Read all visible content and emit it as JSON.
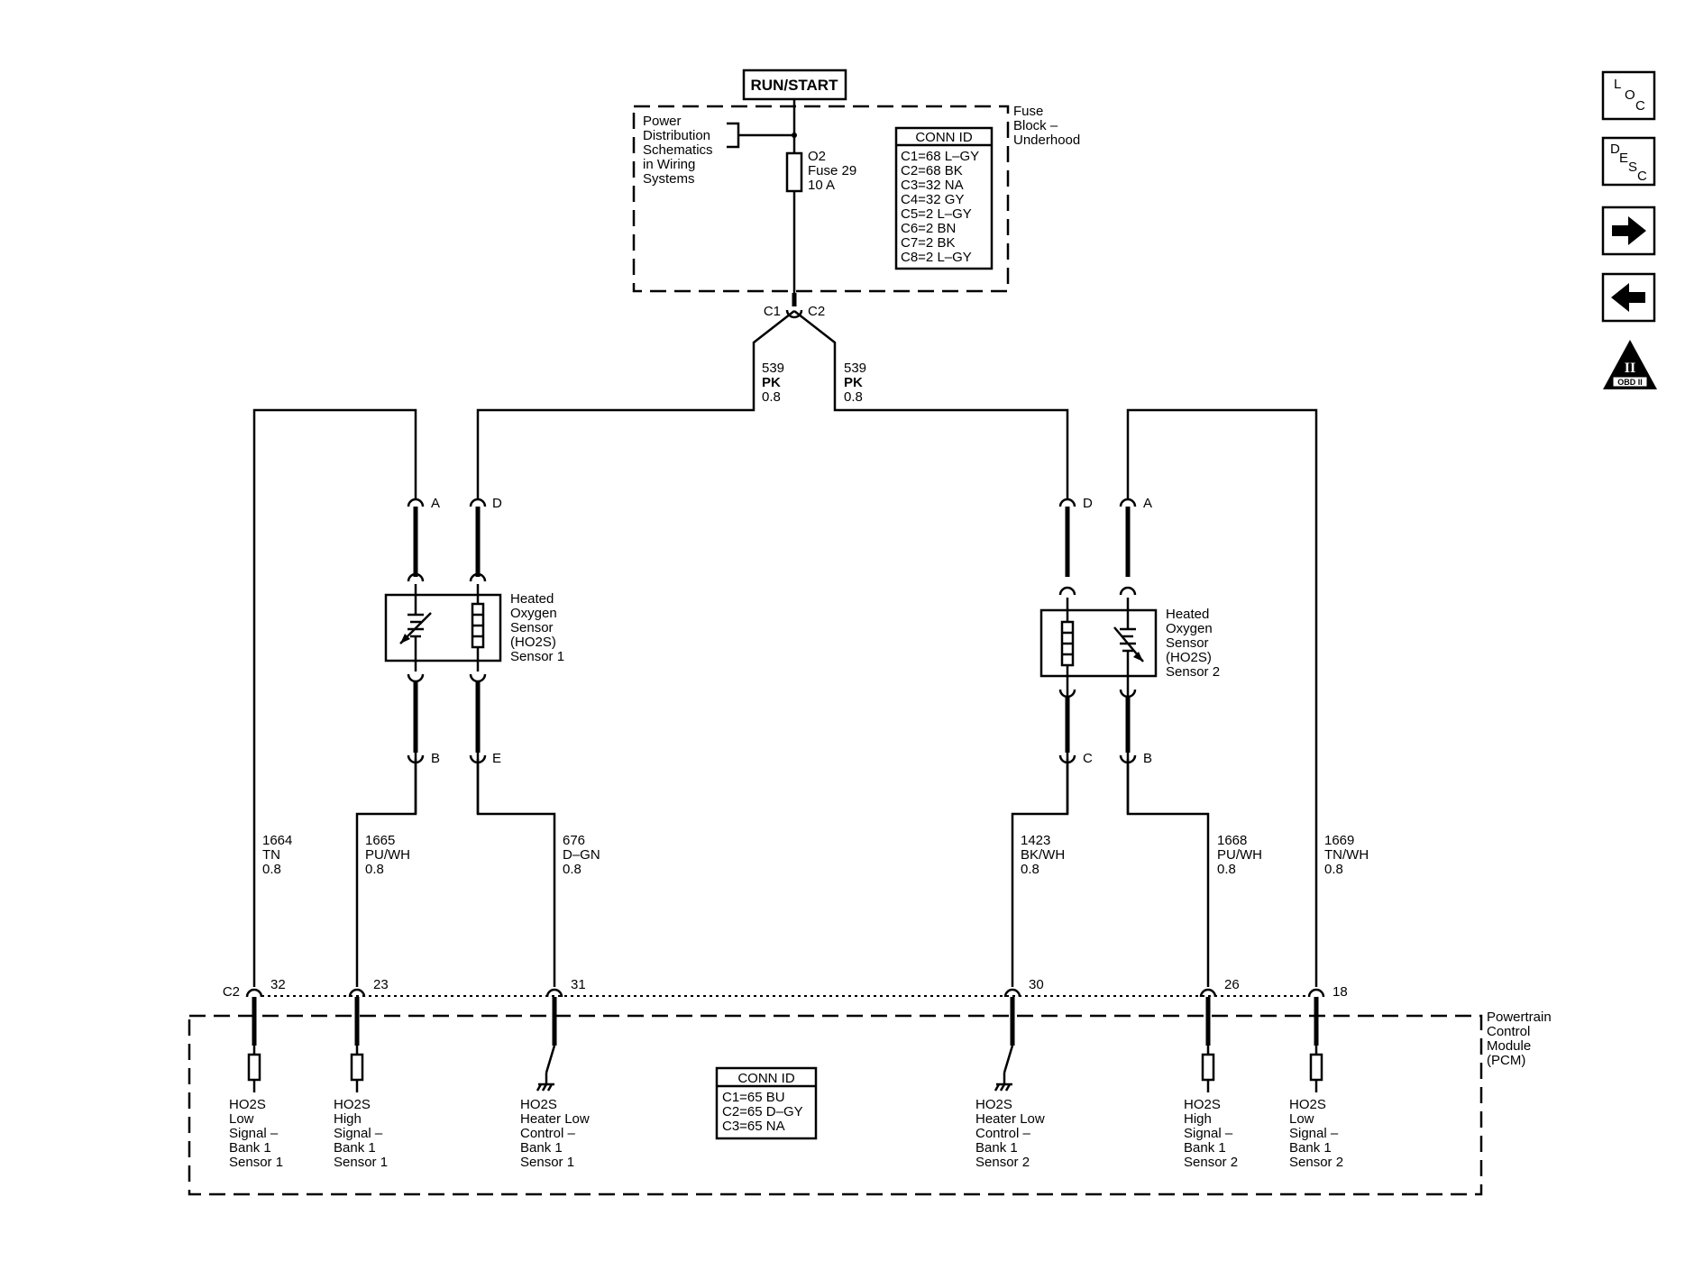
{
  "power_source": "RUN/START",
  "fuse_block": {
    "label_lines": [
      "Fuse",
      "Block –",
      "Underhood"
    ],
    "pd_ref_lines": [
      "Power",
      "Distribution",
      "Schematics",
      "in Wiring",
      "Systems"
    ],
    "fuse_lines": [
      "O2",
      "Fuse 29",
      "10 A"
    ],
    "conn_title": "CONN ID",
    "conn_lines": [
      "C1=68 L–GY",
      "C2=68 BK",
      "C3=32 NA",
      "C4=32 GY",
      "C5=2 L–GY",
      "C6=2 BN",
      "C7=2 BK",
      "C8=2 L–GY"
    ],
    "out_c1": "C1",
    "out_c2": "C2"
  },
  "splice_wires": {
    "left": [
      "539",
      "PK",
      "0.8"
    ],
    "right": [
      "539",
      "PK",
      "0.8"
    ]
  },
  "sensor1": {
    "label_lines": [
      "Heated",
      "Oxygen",
      "Sensor",
      "(HO2S)",
      "Sensor 1"
    ],
    "pins": {
      "a": "A",
      "d": "D",
      "b": "B",
      "e": "E"
    }
  },
  "sensor2": {
    "label_lines": [
      "Heated",
      "Oxygen",
      "Sensor",
      "(HO2S)",
      "Sensor 2"
    ],
    "pins": {
      "d": "D",
      "a": "A",
      "c": "C",
      "b": "B"
    }
  },
  "wires": {
    "w1664": [
      "1664",
      "TN",
      "0.8"
    ],
    "w1665": [
      "1665",
      "PU/WH",
      "0.8"
    ],
    "w676": [
      "676",
      "D–GN",
      "0.8"
    ],
    "w1423": [
      "1423",
      "BK/WH",
      "0.8"
    ],
    "w1668": [
      "1668",
      "PU/WH",
      "0.8"
    ],
    "w1669": [
      "1669",
      "TN/WH",
      "0.8"
    ]
  },
  "pcm": {
    "label_lines": [
      "Powertrain",
      "Control",
      "Module",
      "(PCM)"
    ],
    "connector": "C2",
    "pins": {
      "p32": "32",
      "p23": "23",
      "p31": "31",
      "p30": "30",
      "p26": "26",
      "p18": "18"
    },
    "conn_title": "CONN ID",
    "conn_lines": [
      "C1=65 BU",
      "C2=65 D–GY",
      "C3=65 NA"
    ],
    "circuits": {
      "c32": [
        "HO2S",
        "Low",
        "Signal –",
        "Bank 1",
        "Sensor 1"
      ],
      "c23": [
        "HO2S",
        "High",
        "Signal –",
        "Bank 1",
        "Sensor 1"
      ],
      "c31": [
        "HO2S",
        "Heater Low",
        "Control –",
        "Bank 1",
        "Sensor 1"
      ],
      "c30": [
        "HO2S",
        "Heater Low",
        "Control –",
        "Bank 1",
        "Sensor 2"
      ],
      "c26": [
        "HO2S",
        "High",
        "Signal –",
        "Bank 1",
        "Sensor 2"
      ],
      "c18": [
        "HO2S",
        "Low",
        "Signal –",
        "Bank 1",
        "Sensor 2"
      ]
    }
  },
  "nav": {
    "loc": [
      "L",
      "O",
      "C"
    ],
    "desc": [
      "D",
      "E",
      "S",
      "C"
    ],
    "obd": [
      "II",
      "OBD II"
    ]
  }
}
